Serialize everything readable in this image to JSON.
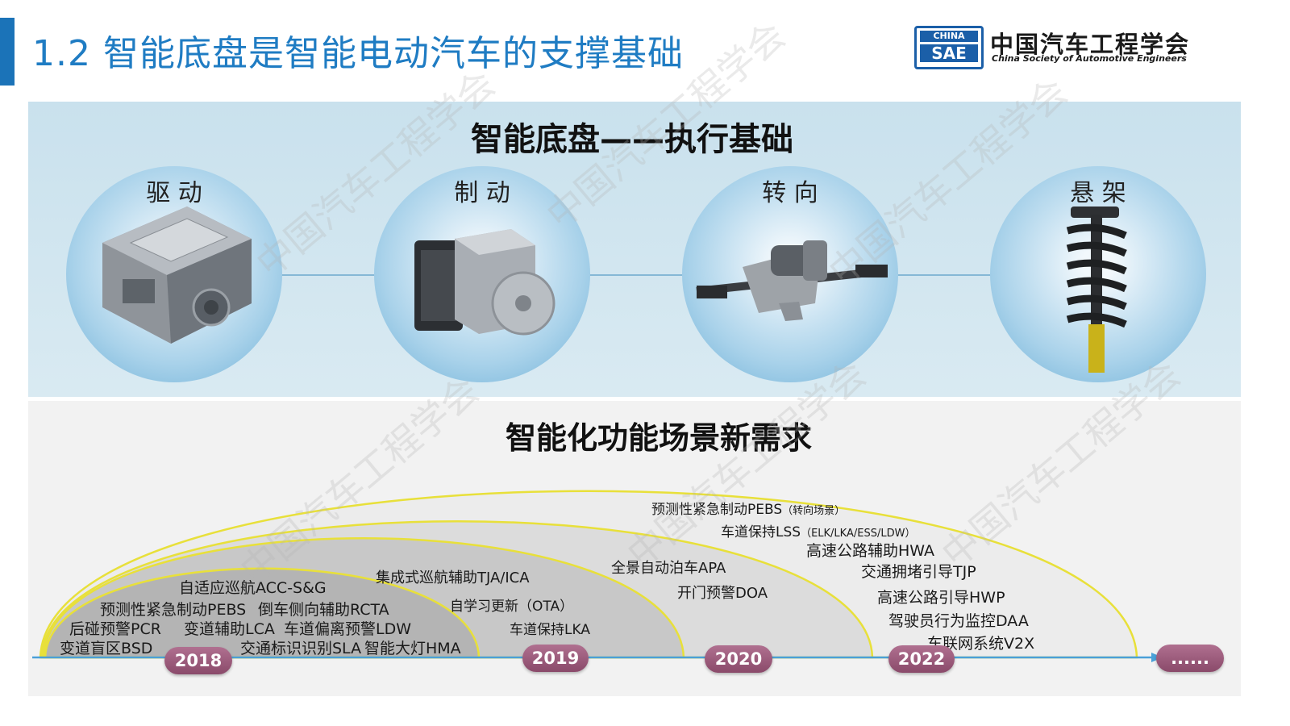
{
  "header": {
    "title": "1.2 智能底盘是智能电动汽车的支撑基础",
    "logo_china": "CHINA",
    "logo_sae": "SAE",
    "logo_cn": "中国汽车工程学会",
    "logo_en": "China Society of Automotive Engineers"
  },
  "top": {
    "heading": "智能底盘——执行基础",
    "components": [
      {
        "label": "驱 动",
        "icon": "drive-motor-icon"
      },
      {
        "label": "制 动",
        "icon": "brake-module-icon"
      },
      {
        "label": "转 向",
        "icon": "steering-rack-icon"
      },
      {
        "label": "悬 架",
        "icon": "suspension-strut-icon"
      }
    ]
  },
  "bottom": {
    "heading": "智能化功能场景新需求",
    "years": [
      "2018",
      "2019",
      "2020",
      "2022",
      "......"
    ],
    "features_2018": [
      "自适应巡航ACC-S&G",
      "预测性紧急制动PEBS",
      "倒车侧向辅助RCTA",
      "后碰预警PCR",
      "变道辅助LCA",
      "车道偏离预警LDW",
      "变道盲区BSD",
      "交通标识识别SLA",
      "智能大灯HMA"
    ],
    "features_2019": [
      "集成式巡航辅助TJA/ICA",
      "自学习更新（OTA）",
      "车道保持LKA"
    ],
    "features_2020": [
      "全景自动泊车APA",
      "开门预警DOA"
    ],
    "features_2022": {
      "pebs": "预测性紧急制动PEBS",
      "pebs_note": "（转向场景）",
      "lss": "车道保持LSS",
      "lss_note": "（ELK/LKA/ESS/LDW）",
      "hwa": "高速公路辅助HWA",
      "tjp": "交通拥堵引导TJP",
      "hwp": "高速公路引导HWP",
      "daa": "驾驶员行为监控DAA",
      "v2x": "车联网系统V2X"
    }
  },
  "watermark": "中国汽车工程学会",
  "colors": {
    "title_blue": "#1f7cc3",
    "bar_blue": "#1b73b8",
    "year_badge": "#9a5a7a",
    "arc_outline": "#e8e03a"
  }
}
